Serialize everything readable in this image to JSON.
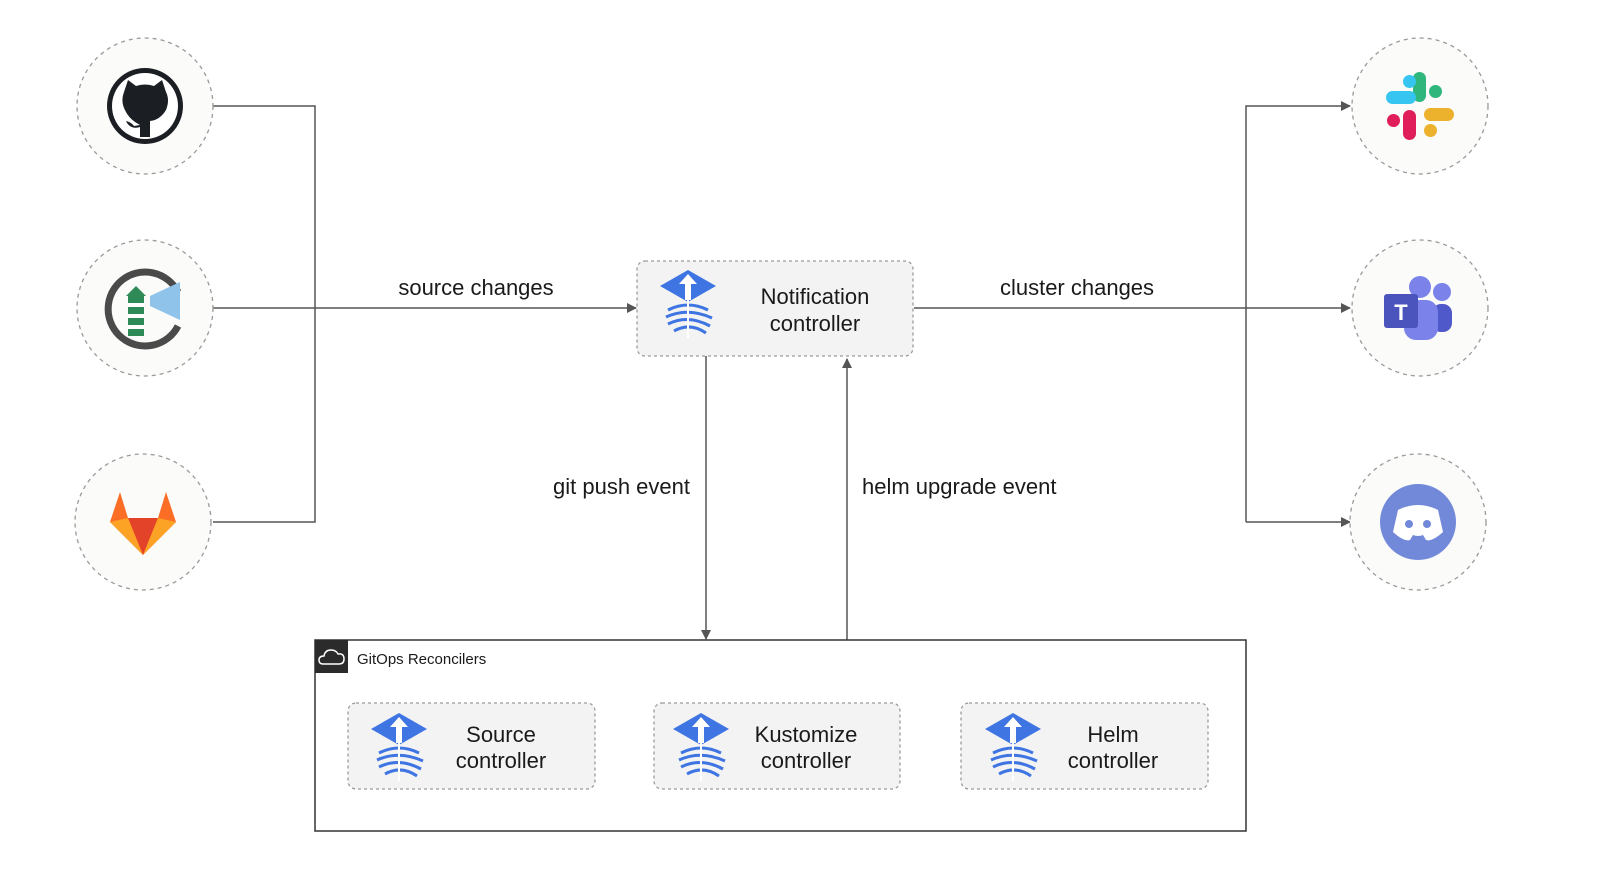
{
  "edges": {
    "source_changes": "source changes",
    "cluster_changes": "cluster changes",
    "git_push_event": "git push event",
    "helm_upgrade_event": "helm upgrade event"
  },
  "notification": {
    "line1": "Notification",
    "line2": "controller"
  },
  "group": {
    "title": "GitOps Reconcilers",
    "icon": "cloud-icon"
  },
  "controllers": [
    {
      "line1": "Source",
      "line2": "controller"
    },
    {
      "line1": "Kustomize",
      "line2": "controller"
    },
    {
      "line1": "Helm",
      "line2": "controller"
    }
  ],
  "sources": [
    {
      "icon": "github-icon"
    },
    {
      "icon": "harbor-icon"
    },
    {
      "icon": "gitlab-icon"
    }
  ],
  "targets": [
    {
      "icon": "slack-icon"
    },
    {
      "icon": "teams-icon"
    },
    {
      "icon": "discord-icon"
    }
  ],
  "colors": {
    "flux_blue": "#3f75e3",
    "line": "#555555",
    "node_fill": "#f3f3f3"
  }
}
